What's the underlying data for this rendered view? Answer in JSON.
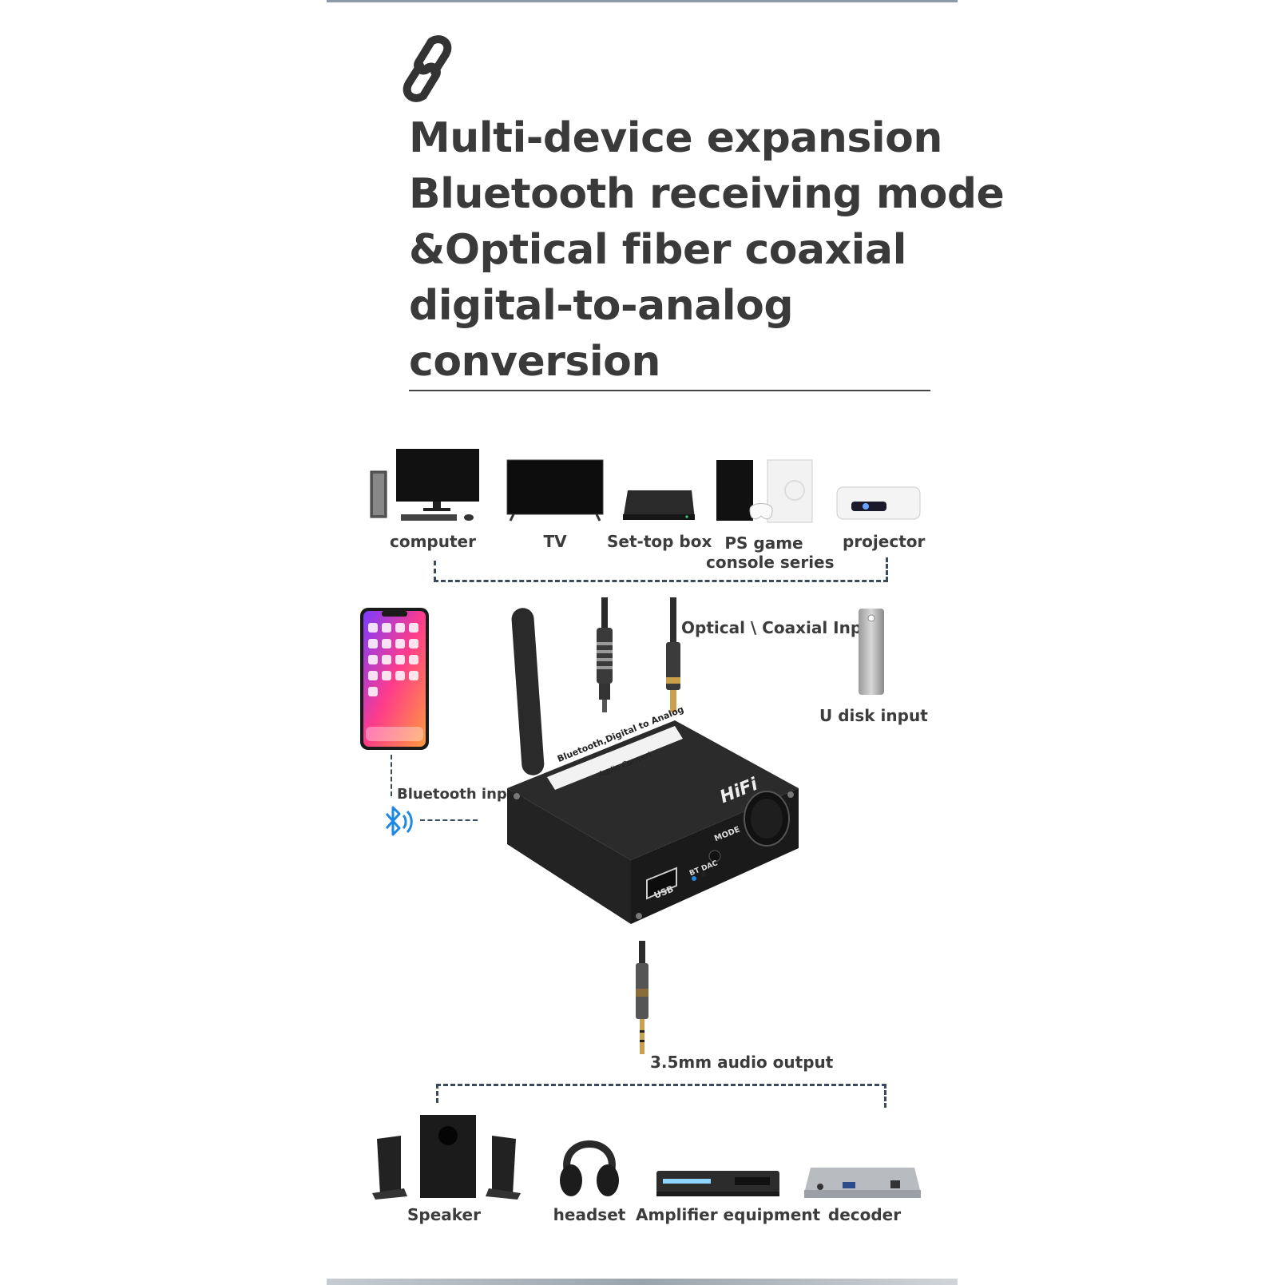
{
  "header": {
    "lines": [
      "Multi-device expansion",
      "Bluetooth receiving mode",
      "&Optical fiber coaxial",
      "digital-to-analog",
      "conversion"
    ]
  },
  "sources": {
    "computer": "computer",
    "tv": "TV",
    "settop": "Set-top box",
    "ps_line1": "PS game",
    "ps_line2": "console series",
    "projector": "projector"
  },
  "inputs": {
    "optical": "Optical \\ Coaxial Input",
    "udisk": "U disk input",
    "bluetooth": "Bluetooth input"
  },
  "device": {
    "label_line1": "Bluetooth,Digital to Analog",
    "label_line2": "Audio Convert",
    "brand": "HiFi",
    "mode": "MODE",
    "usb": "USB",
    "bt": "BT",
    "dac": "DAC"
  },
  "output": {
    "label": "3.5mm audio output"
  },
  "destinations": {
    "speaker": "Speaker",
    "headset": "headset",
    "amplifier": "Amplifier equipment",
    "decoder": "decoder"
  },
  "colors": {
    "heading": "#3a3a3a",
    "dash": "#3b4a5c",
    "bluetooth": "#1e88e5"
  }
}
